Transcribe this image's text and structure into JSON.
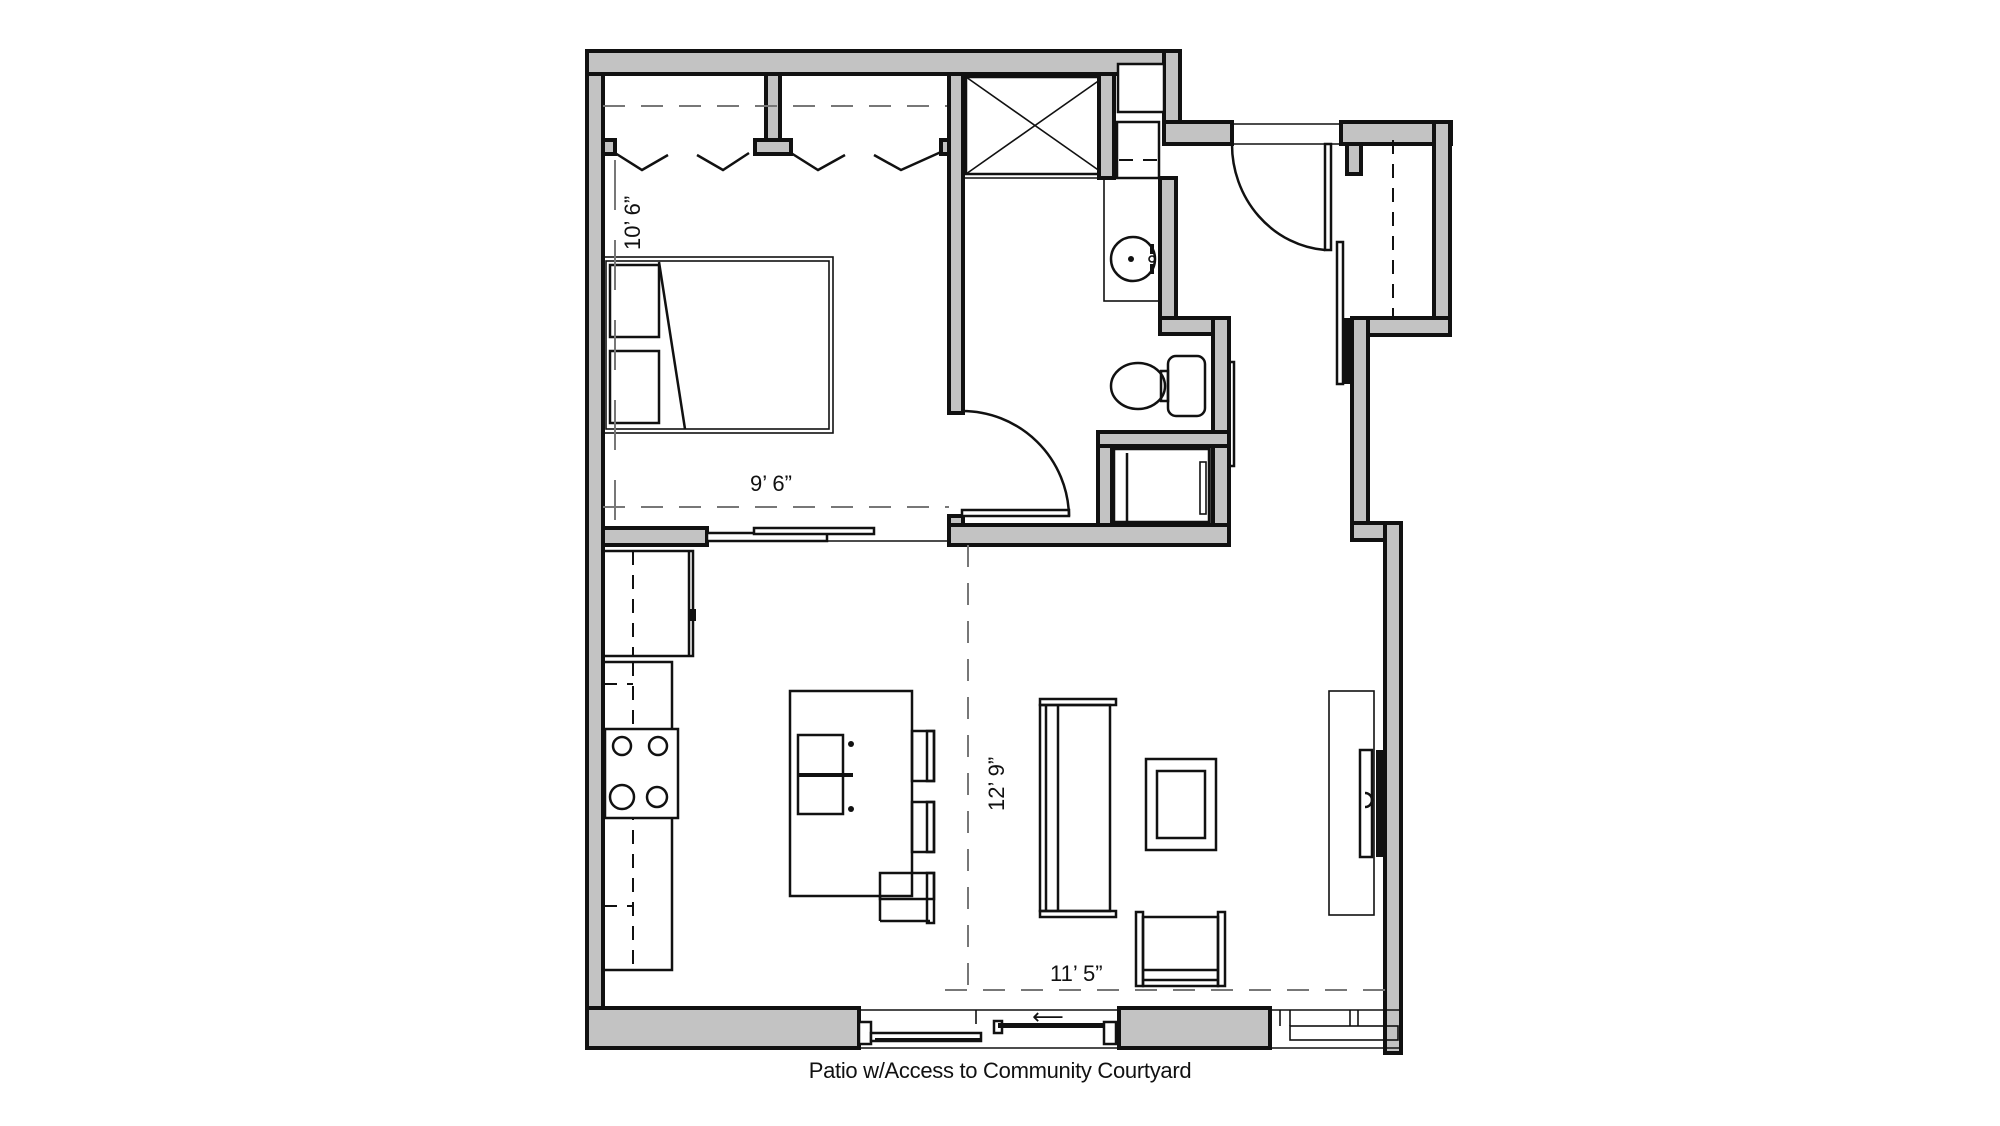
{
  "floor_plan": {
    "type": "apartment-floor-plan",
    "rooms": [
      {
        "name": "Bedroom",
        "width_label": "9’ 6”",
        "depth_label": "10’ 6”"
      },
      {
        "name": "Bathroom"
      },
      {
        "name": "Entry / Closet"
      },
      {
        "name": "Kitchen"
      },
      {
        "name": "Living Room",
        "width_label": "11’ 5”",
        "depth_label": "12’ 9”"
      }
    ],
    "fixtures": [
      "bed",
      "closet-bifold-doors",
      "shower",
      "sink",
      "toilet",
      "washer-dryer",
      "refrigerator",
      "range",
      "kitchen-island",
      "bar-stools",
      "sofa",
      "coffee-table",
      "armchair",
      "tv-console",
      "sliding-patio-door"
    ],
    "dimensions": {
      "bedroom_depth": "10’ 6”",
      "bedroom_width": "9’ 6”",
      "living_depth": "12’ 9”",
      "living_width": "11’ 5”"
    },
    "slide_arrow": "⟵",
    "caption": "Patio w/Access to Community Courtyard"
  },
  "colors": {
    "wall_fill": "#c3c3c3",
    "line": "#111111",
    "background": "#ffffff"
  }
}
